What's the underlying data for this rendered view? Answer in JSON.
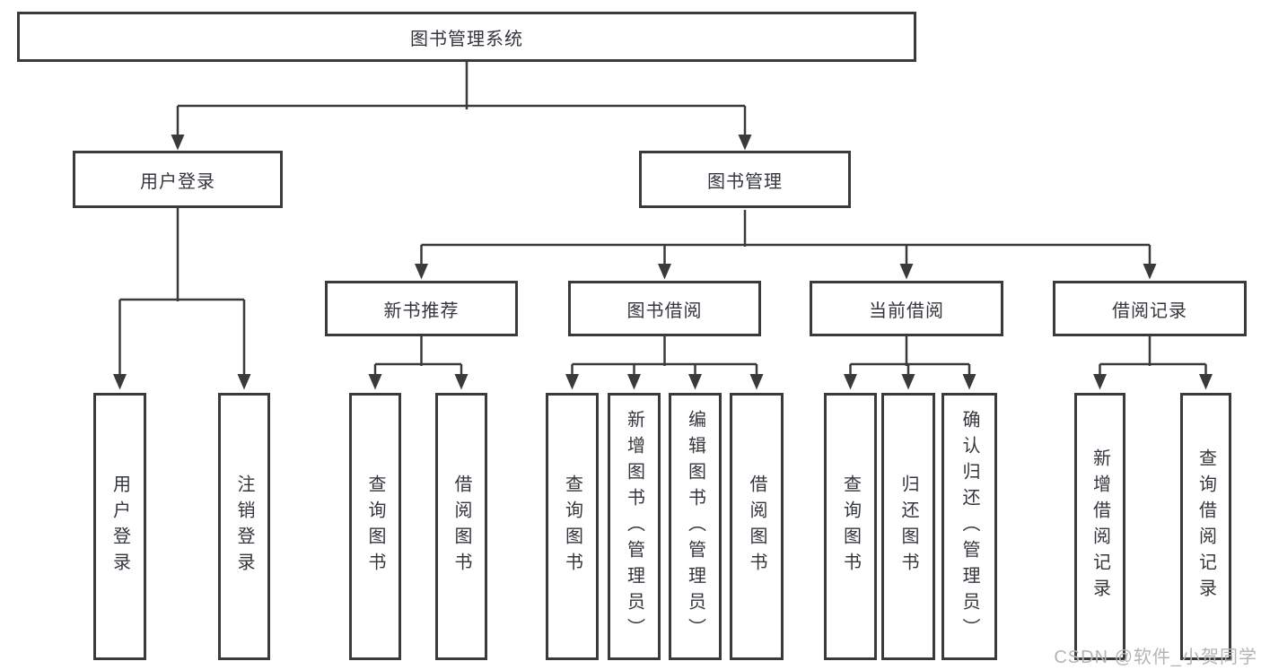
{
  "tree": {
    "label": "图书管理系统",
    "children": [
      {
        "label": "用户登录",
        "children": [
          {
            "label": "用户登录"
          },
          {
            "label": "注销登录"
          }
        ]
      },
      {
        "label": "图书管理",
        "children": [
          {
            "label": "新书推荐",
            "children": [
              {
                "label": "查询图书"
              },
              {
                "label": "借阅图书"
              }
            ]
          },
          {
            "label": "图书借阅",
            "children": [
              {
                "label": "查询图书"
              },
              {
                "label": "新增图书（管理员）"
              },
              {
                "label": "编辑图书（管理员）"
              },
              {
                "label": "借阅图书"
              }
            ]
          },
          {
            "label": "当前借阅",
            "children": [
              {
                "label": "查询图书"
              },
              {
                "label": "归还图书"
              },
              {
                "label": "确认归还（管理员）"
              }
            ]
          },
          {
            "label": "借阅记录",
            "children": [
              {
                "label": "新增借阅记录"
              },
              {
                "label": "查询借阅记录"
              }
            ]
          }
        ]
      }
    ]
  },
  "watermark": {
    "text": "CSDN @软件_小贺同学"
  },
  "colors": {
    "line": "#3a3a3a",
    "text": "#33363b",
    "watermark": "#b4b4b4",
    "background": "#ffffff"
  }
}
